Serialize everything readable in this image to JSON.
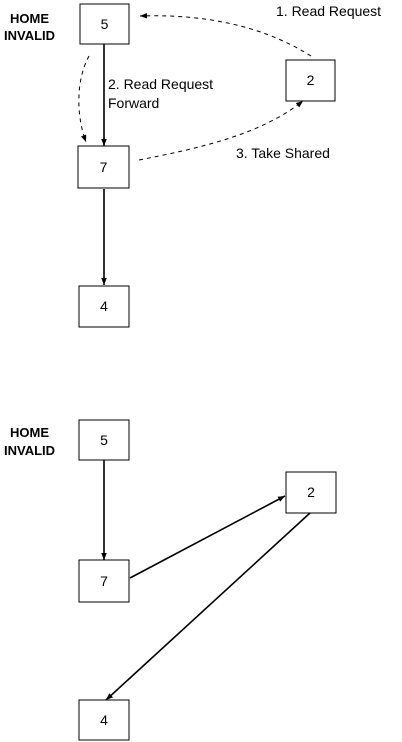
{
  "diagrams": [
    {
      "state_label_line1": "HOME",
      "state_label_line2": "INVALID",
      "nodes": {
        "a": "5",
        "b": "2",
        "c": "7",
        "d": "4"
      },
      "steps": {
        "read_request": "1. Read Request",
        "forward_line1": "2. Read Request",
        "forward_line2": "Forward",
        "take_shared": "3. Take Shared"
      }
    },
    {
      "state_label_line1": "HOME",
      "state_label_line2": "INVALID",
      "nodes": {
        "a": "5",
        "b": "2",
        "c": "7",
        "d": "4"
      }
    }
  ]
}
